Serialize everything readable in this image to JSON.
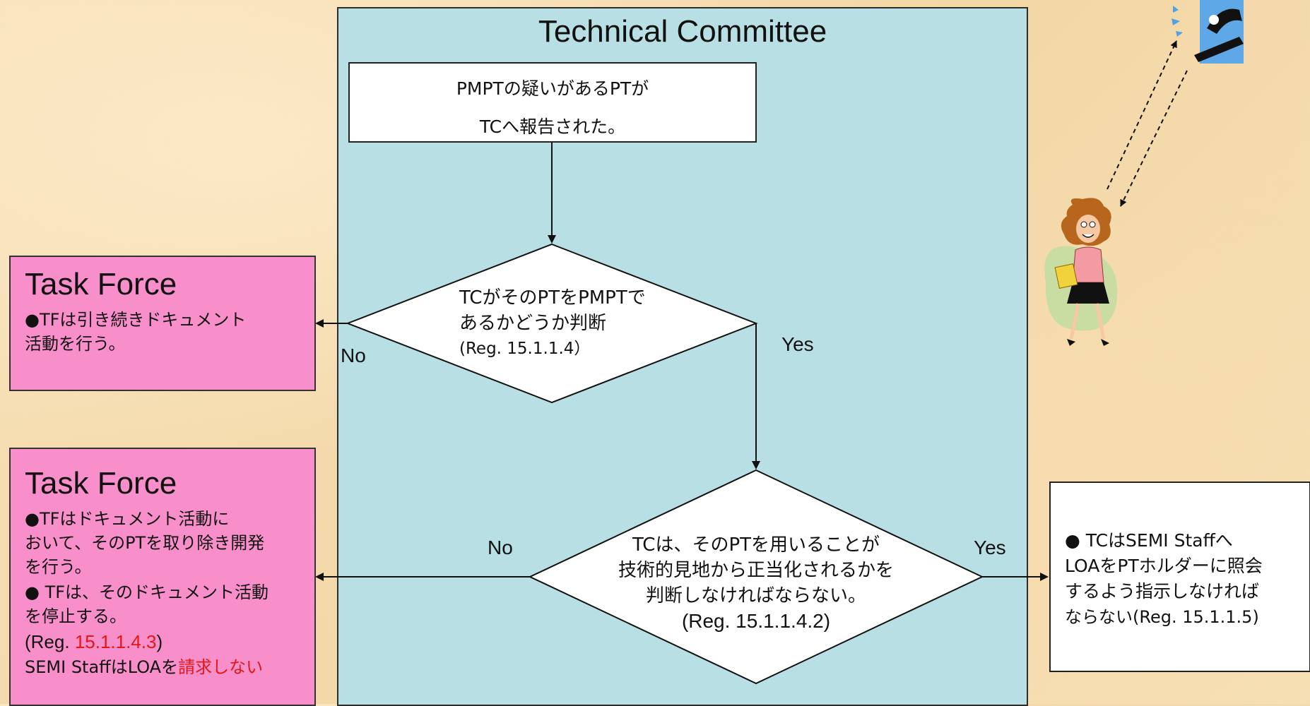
{
  "committee": {
    "title": "Technical Committee"
  },
  "start": {
    "line1": "PMPTの疑いがあるPTが",
    "line2": "TCへ報告された。"
  },
  "decision1": {
    "line1": "TCがそのPTをPMPTで",
    "line2": "あるかどうか判断",
    "line3": "(Reg. 15.1.1.4）"
  },
  "decision2": {
    "line1": "TCは、そのPTを用いることが",
    "line2": "技術的見地から正当化されるかを",
    "line3": "判断しなければならない。",
    "line4": "(Reg. 15.1.1.4.2)"
  },
  "labels": {
    "no1": "No",
    "yes1": "Yes",
    "no2": "No",
    "yes2": "Yes"
  },
  "task_force_1": {
    "title": "Task Force",
    "line1": "●TFは引き続きドキュメント",
    "line2": "活動を行う。"
  },
  "task_force_2": {
    "title": "Task Force",
    "line1": "●TFはドキュメント活動に",
    "line2": "おいて、そのPTを取り除き開発",
    "line3": "を行う。",
    "line4": "● TFは、そのドキュメント活動",
    "line5": "を停止する。",
    "ref_prefix": "(Reg. ",
    "ref_number": "15.1.1.4.3",
    "ref_suffix": ")",
    "line7_prefix": "SEMI StaffはLOAを",
    "line7_red": "請求しない"
  },
  "loa_box": {
    "line1": "● TCはSEMI Staffへ",
    "line2": "LOAをPTホルダーに照会",
    "line3": "するよう指示しなければ",
    "line4": "ならない(Reg. 15.1.1.5)"
  },
  "colors": {
    "panel": "#b8dfe3",
    "task_force": "#f98fca",
    "highlight": "#e01818"
  },
  "icons": {
    "woman": "woman-clipart-icon",
    "phone": "phone-clipart-icon"
  }
}
